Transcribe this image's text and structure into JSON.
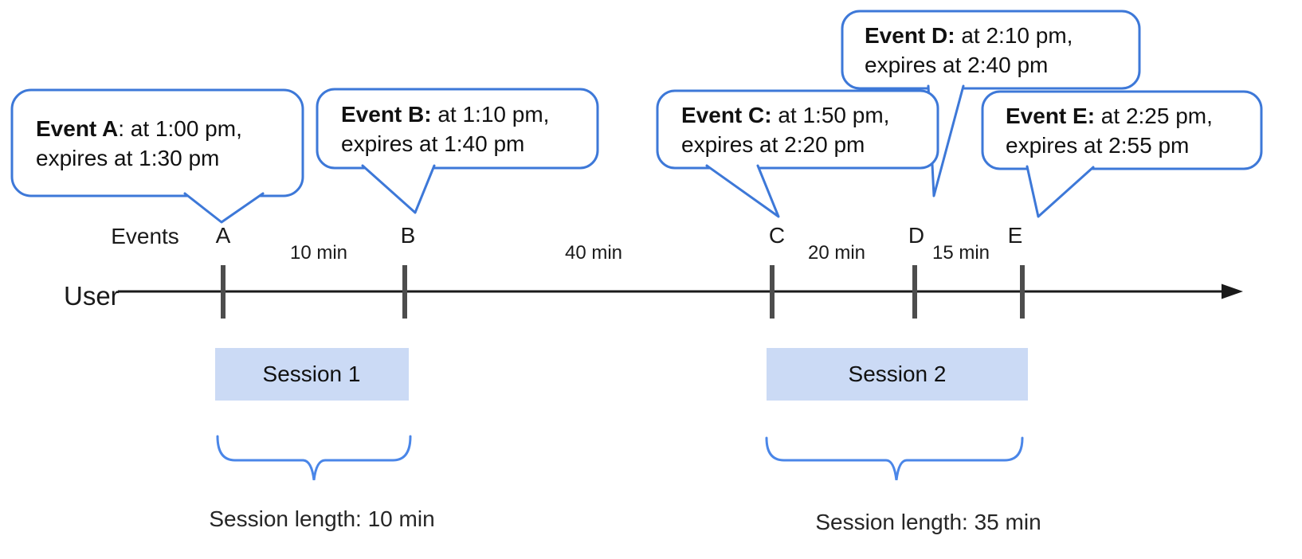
{
  "colors": {
    "bubble_border": "#3d78d8",
    "brace": "#4a86e8",
    "session_fill": "#cbdaf5",
    "axis": "#1a1a1a",
    "tick": "#4d4d4d"
  },
  "bubbles": {
    "a": {
      "bold": "Event A",
      "rest": ": at 1:00 pm,",
      "line2": "expires at 1:30 pm"
    },
    "b": {
      "bold": "Event B:",
      "rest": " at 1:10 pm,",
      "line2": "expires at 1:40 pm"
    },
    "c": {
      "bold": "Event C:",
      "rest": " at 1:50 pm,",
      "line2": "expires at 2:20 pm"
    },
    "d": {
      "bold": "Event D:",
      "rest": " at 2:10 pm,",
      "line2": "expires at 2:40 pm"
    },
    "e": {
      "bold": "Event E:",
      "rest": " at 2:25 pm,",
      "line2": "expires at 2:55 pm"
    }
  },
  "timeline": {
    "events_label": "Events",
    "user_label": "User",
    "letters": {
      "a": "A",
      "b": "B",
      "c": "C",
      "d": "D",
      "e": "E"
    },
    "gaps": {
      "ab": "10 min",
      "bc": "40 min",
      "cd": "20 min",
      "de": "15 min"
    }
  },
  "sessions": {
    "s1": {
      "label": "Session 1",
      "length": "Session length: 10 min"
    },
    "s2": {
      "label": "Session 2",
      "length": "Session length: 35 min"
    }
  }
}
